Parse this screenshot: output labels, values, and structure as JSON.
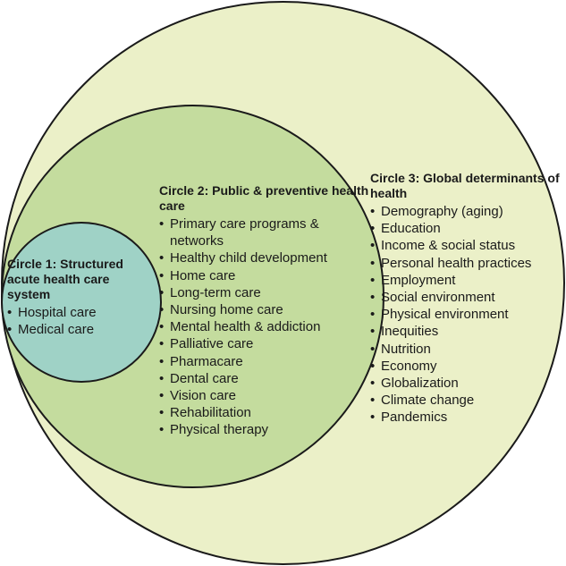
{
  "colors": {
    "circle1_fill": "#9fd2c6",
    "circle2_fill": "#c4dc9e",
    "circle3_fill": "#ebf0c8",
    "outline": "#1a1a1a"
  },
  "circle1": {
    "title": "Circle 1: Structured acute health care system",
    "items": [
      "Hospital care",
      "Medical care"
    ]
  },
  "circle2": {
    "title": "Circle 2: Public & preventive health care",
    "items": [
      "Primary care programs & networks",
      "Healthy child development",
      "Home care",
      "Long-term care",
      "Nursing home care",
      "Mental health & addiction",
      "Palliative care",
      "Pharmacare",
      "Dental care",
      "Vision care",
      "Rehabilitation",
      "Physical therapy"
    ]
  },
  "circle3": {
    "title": "Circle 3: Global determinants of health",
    "items": [
      "Demography (aging)",
      "Education",
      "Income & social status",
      "Personal health practices",
      "Employment",
      "Social environment",
      "Physical environment",
      "Inequities",
      "Nutrition",
      "Economy",
      "Globalization",
      "Climate change",
      "Pandemics"
    ]
  }
}
